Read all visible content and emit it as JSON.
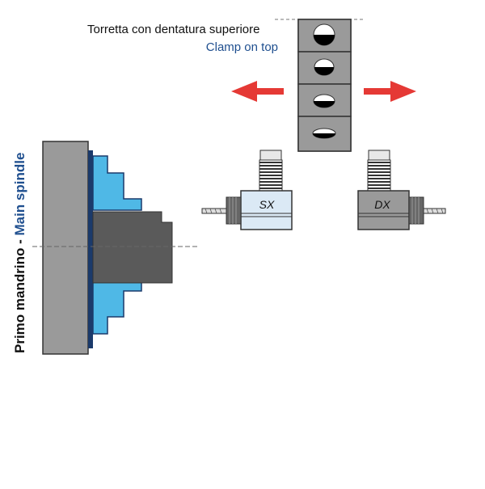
{
  "turret": {
    "title_it": "Torretta con dentatura superiore",
    "title_en": "Clamp on top"
  },
  "spindle": {
    "label_it": "Primo mandrino",
    "separator": " - ",
    "label_en": "Main spindle"
  },
  "tools": {
    "left_label": "SX",
    "right_label": "DX"
  },
  "arrows": {
    "left": "arrow-left-icon",
    "right": "arrow-right-icon"
  },
  "colors": {
    "steel": "#9a9a9a",
    "steel_dark": "#6d6d6d",
    "chuck_blue": "#4fb8e6",
    "chuck_navy": "#1b3a6b",
    "tool_light": "#dbe9f5",
    "arrow_red": "#e53935",
    "label_blue": "#1f4f8f"
  }
}
